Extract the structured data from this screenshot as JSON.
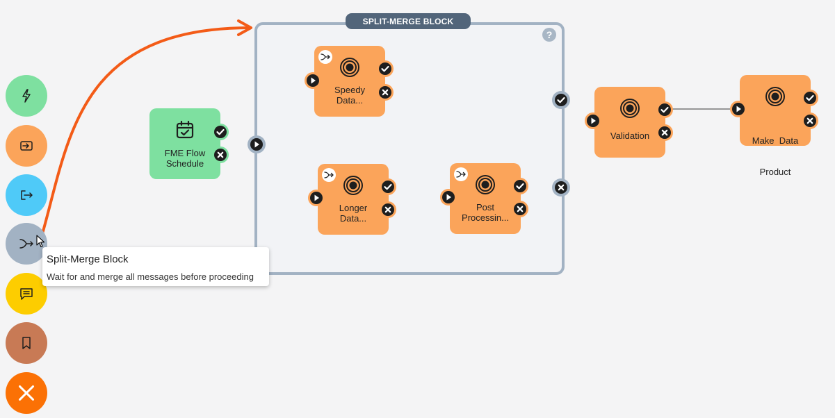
{
  "block": {
    "title": "SPLIT-MERGE BLOCK",
    "help": "?"
  },
  "nodes": {
    "fme_flow_schedule": {
      "line1": "FME Flow",
      "line2": "Schedule"
    },
    "speedy_data": {
      "line1": "Speedy",
      "line2": "Data..."
    },
    "longer_data": {
      "line1": "Longer",
      "line2": "Data..."
    },
    "post_processing": {
      "line1": "Post",
      "line2": "Processin..."
    },
    "validation": {
      "line1": "Validation"
    },
    "make_data_product": {
      "line1": "Make  Data",
      "line2": "Product"
    }
  },
  "toolbar": [
    {
      "name": "trigger",
      "icon": "lightning-icon",
      "color": "#7ee0a0"
    },
    {
      "name": "input",
      "icon": "enter-icon",
      "color": "#fba45a"
    },
    {
      "name": "output",
      "icon": "exit-icon",
      "color": "#4fcaf8"
    },
    {
      "name": "split-merge",
      "icon": "split-merge-icon",
      "color": "#a2b2c3"
    },
    {
      "name": "comment",
      "icon": "comment-icon",
      "color": "#fdcd00"
    },
    {
      "name": "bookmark",
      "icon": "bookmark-icon",
      "color": "#c87a55"
    },
    {
      "name": "close",
      "icon": "close-icon",
      "color": "#fb7105"
    }
  ],
  "tooltip": {
    "title": "Split-Merge Block",
    "description": "Wait for and merge all messages before proceeding"
  },
  "colors": {
    "schedule": "#7ee0a0",
    "workspace": "#fba45a",
    "block_border": "#a2b2c3",
    "block_title_bg": "#52657a",
    "arrow": "#f35b17"
  }
}
